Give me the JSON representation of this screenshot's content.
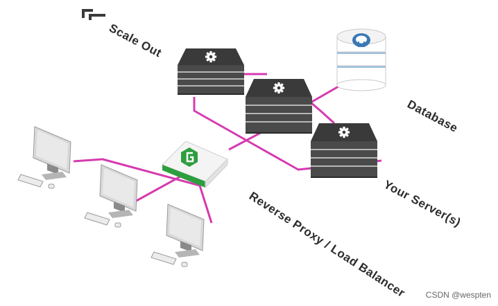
{
  "labels": {
    "scale_out": "Scale Out",
    "database": "Database",
    "your_servers": "Your Server(s)",
    "reverse_proxy": "Reverse Proxy / Load Balancer"
  },
  "watermark": "CSDN @wespten",
  "colors": {
    "connection": "#d63ab0",
    "server_dark": "#3a3a3a",
    "proxy_green": "#2e9e3e",
    "database_blue": "#3a78b5"
  },
  "icons": {
    "server": "gear-icon",
    "database": "postgresql-elephant-icon",
    "proxy": "nginx-logo-icon",
    "client": "desktop-computer-icon",
    "brand": "brand-logo-icon"
  }
}
